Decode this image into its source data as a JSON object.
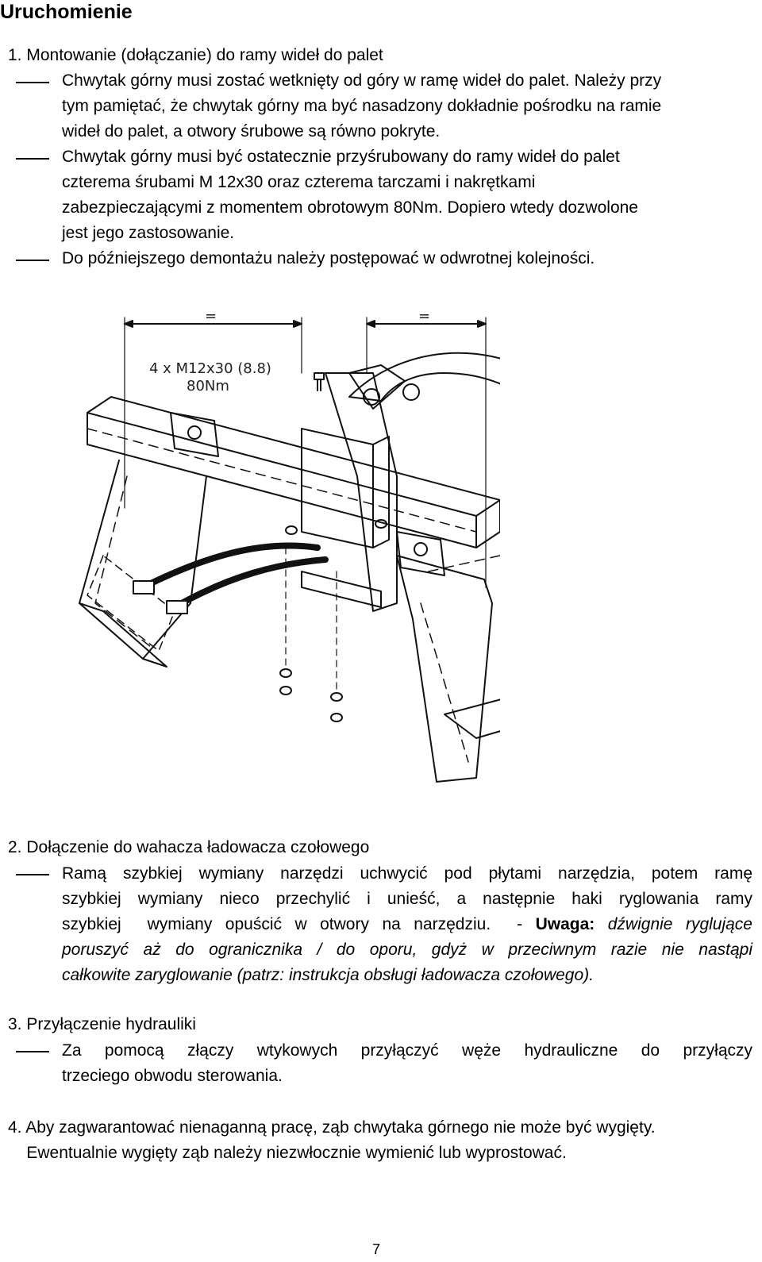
{
  "title": "Uruchomienie",
  "section1": {
    "heading": "1. Montowanie (dołączanie) do ramy wideł do palet",
    "items": [
      {
        "lines": [
          "Chwytak górny musi zostać wetknięty od góry w ramę wideł do palet. Należy przy",
          "tym pamiętać, że chwytak górny ma być nasadzony dokładnie pośrodku na ramie",
          "wideł do palet, a otwory śrubowe są równo pokryte."
        ]
      },
      {
        "lines": [
          "Chwytak górny musi być ostatecznie przyśrubowany do ramy wideł do palet",
          "czterema śrubami M 12x30 oraz czterema tarczami i nakrętkami",
          "zabezpieczającymi z momentem obrotowym 80Nm. Dopiero wtedy dozwolone",
          "jest jego zastosowanie."
        ]
      },
      {
        "lines": [
          "Do późniejszego demontażu należy postępować w odwrotnej kolejności."
        ]
      }
    ]
  },
  "figure": {
    "dim_left": "=",
    "dim_right": "=",
    "bolt_label": "4 x M12x30 (8.8)",
    "torque_label": "80Nm"
  },
  "section2": {
    "heading": "2. Dołączenie do wahacza ładowacza czołowego",
    "lines": [
      "Ramą szybkiej wymiany narzędzi uchwycić pod płytami narzędzia, potem ramę",
      "szybkiej wymiany nieco przechylić i unieść, a następnie haki ryglowania ramy"
    ],
    "line3_plain": "szybkiej  wymiany opuścić w otwory na narzędziu.  - ",
    "warning_label": "Uwaga:",
    "line3_italic": " dźwignie ryglujące",
    "italic_lines": [
      "poruszyć aż do ogranicznika / do oporu, gdyż w przeciwnym razie nie nastąpi",
      "całkowite zaryglowanie (patrz: instrukcja obsługi ładowacza czołowego)."
    ]
  },
  "section3": {
    "heading": "3. Przyłączenie hydrauliki",
    "lines": [
      "Za pomocą złączy wtykowych przyłączyć węże hydrauliczne do przyłączy",
      "trzeciego obwodu sterowania."
    ]
  },
  "section4": {
    "lines": [
      "4. Aby zagwarantować nienaganną pracę, ząb chwytaka górnego nie może być wygięty.",
      "    Ewentualnie wygięty ząb należy niezwłocznie wymienić lub wyprostować."
    ]
  },
  "page_number": "7"
}
